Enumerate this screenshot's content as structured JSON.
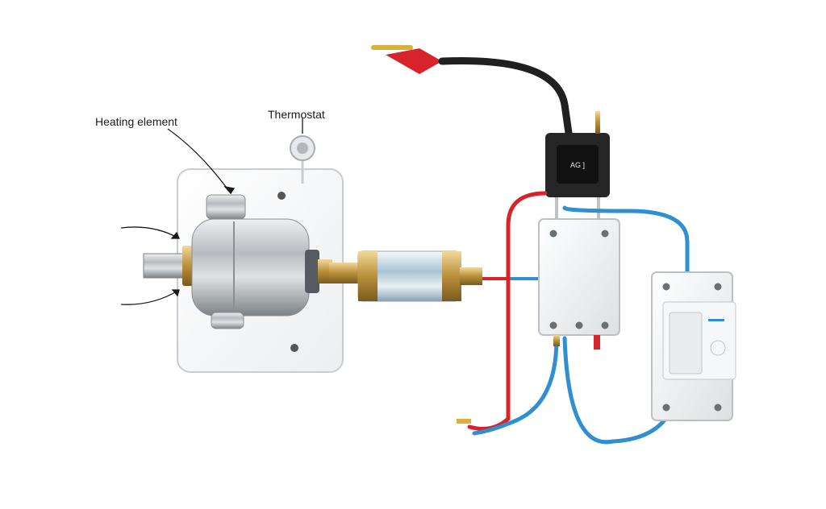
{
  "labels": {
    "heating_element": "Heating element",
    "thermostat": "Thermostat"
  },
  "relay_marking": "AG ]",
  "icons": {
    "thermostat_knob": "dial-knob-icon",
    "breaker": "circuit-breaker-icon",
    "switch_box": "switch-box-icon",
    "relay": "relay-icon"
  },
  "colors": {
    "live_wire": "#d8232a",
    "neutral_wire": "#2f8fd0",
    "power_cable": "#202020",
    "brass": "#c9a452",
    "steel": "#b9bdc1"
  }
}
